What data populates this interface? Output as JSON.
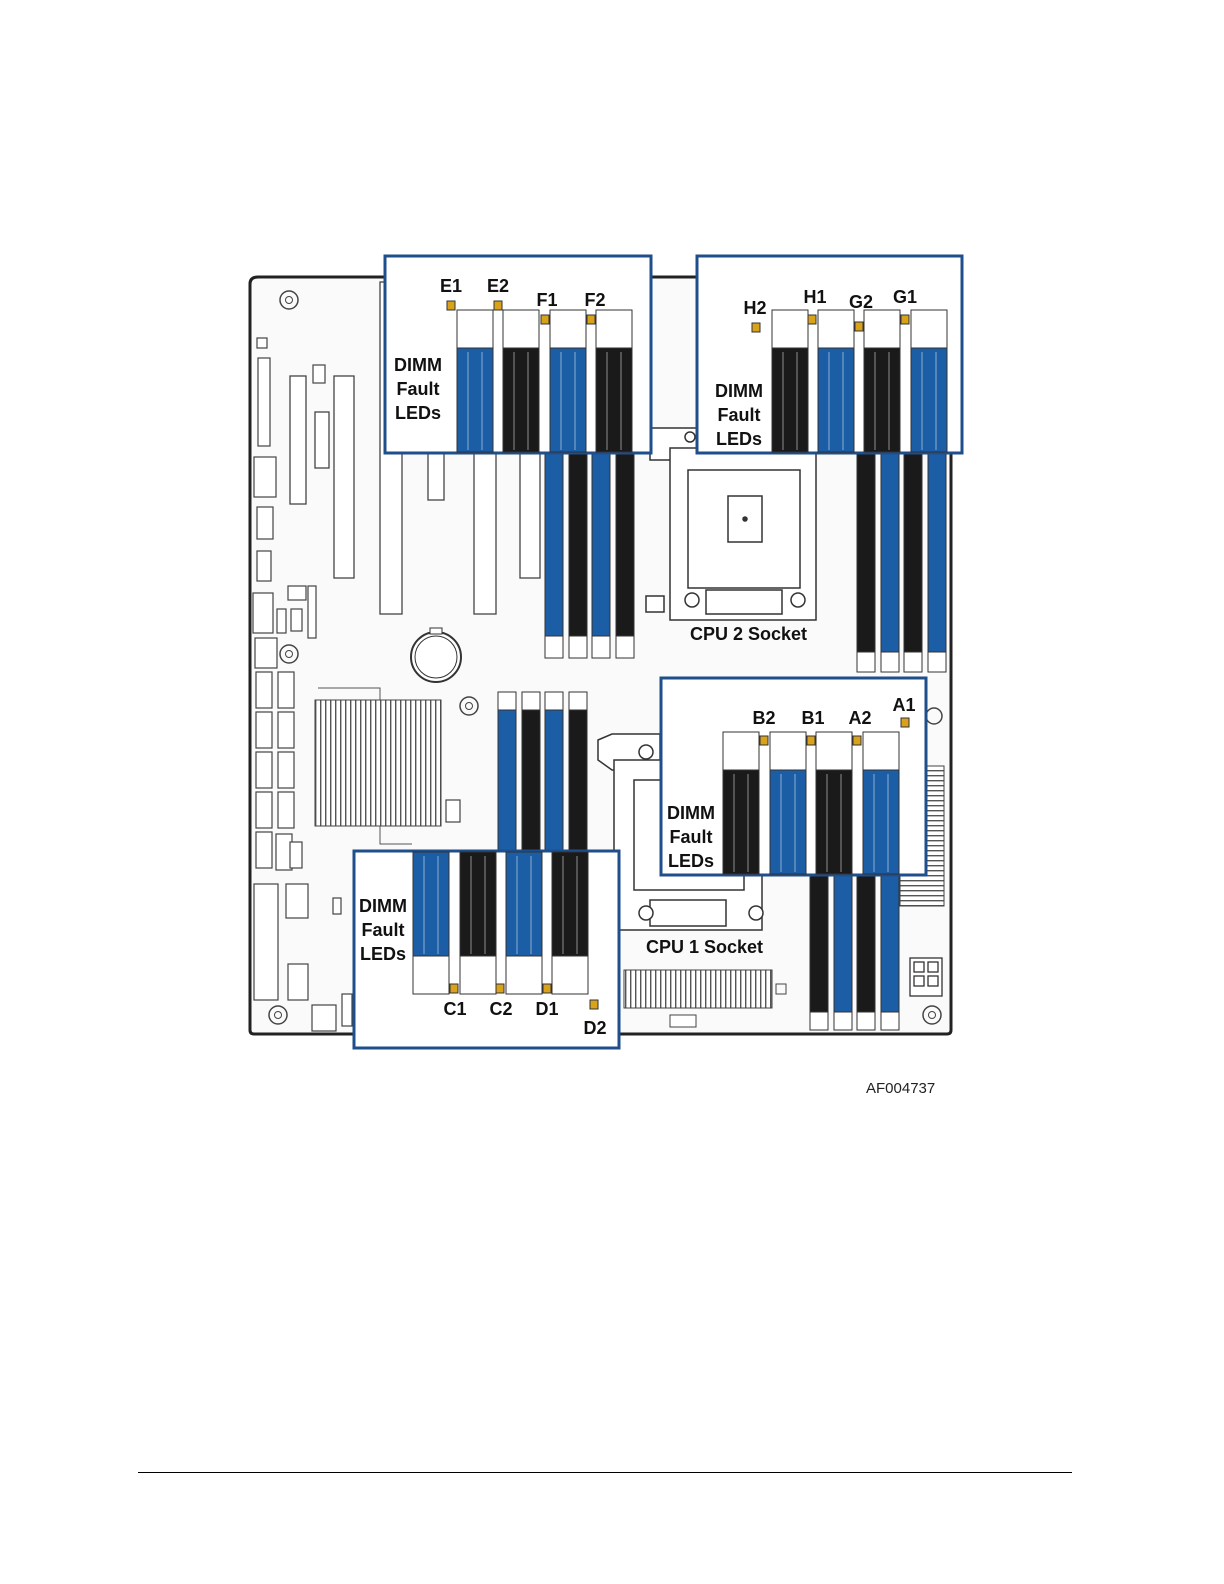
{
  "figure_id": "AF004737",
  "led_group_label": [
    "DIMM",
    "Fault",
    "LEDs"
  ],
  "slots": {
    "E1": "E1",
    "E2": "E2",
    "F1": "F1",
    "F2": "F2",
    "H2": "H2",
    "H1": "H1",
    "G2": "G2",
    "G1": "G1",
    "B2": "B2",
    "B1": "B1",
    "A2": "A2",
    "A1": "A1",
    "C1": "C1",
    "C2": "C2",
    "D1": "D1",
    "D2": "D2"
  },
  "cpu2_label": "CPU 2 Socket",
  "cpu1_label": "CPU 1 Socket",
  "colors": {
    "dimm_blue": "#1b5ea6",
    "dimm_black": "#1a1a1a",
    "callout_border": "#1f4e8c",
    "led": "#d9a21b"
  }
}
